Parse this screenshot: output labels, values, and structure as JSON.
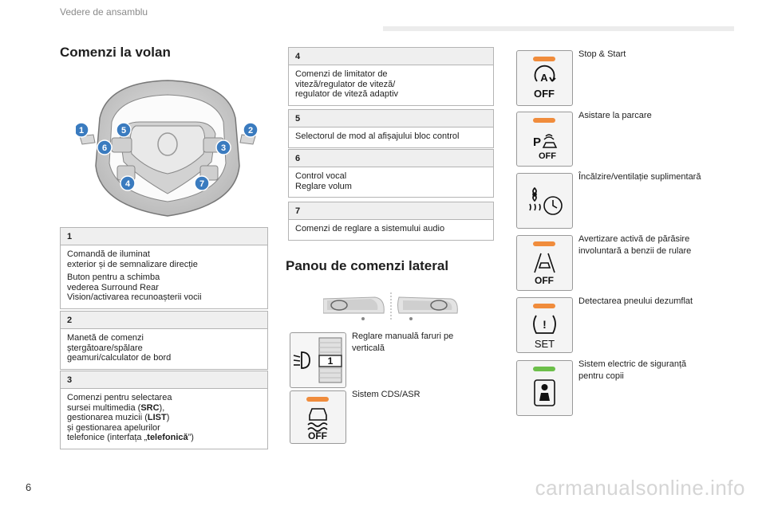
{
  "header": {
    "section_title": "Vedere de ansamblu"
  },
  "page_number": "6",
  "watermark": "carmanualsonline.info",
  "left_section": {
    "title": "Comenzi la volan",
    "callouts": [
      "1",
      "2",
      "3",
      "4",
      "5",
      "6",
      "7"
    ],
    "boxes": [
      {
        "num": "1",
        "lines": [
          "Comandă de iluminat",
          "exterior și de semnalizare direcție"
        ],
        "lines2": [
          "Buton pentru a schimba",
          "vederea Surround Rear",
          "Vision/activarea recunoașterii vocii"
        ]
      },
      {
        "num": "2",
        "lines": [
          "Manetă de comenzi",
          "ștergătoare/spălare",
          "geamuri/calculator de bord"
        ]
      },
      {
        "num": "3",
        "line1": "Comenzi pentru selectarea",
        "line2_a": "sursei multimedia (",
        "line2_b": "SRC",
        "line2_c": "),",
        "line3_a": "gestionarea muzicii (",
        "line3_b": "LIST",
        "line3_c": ")",
        "line4": "și gestionarea apelurilor",
        "line5_a": "telefonice (interfața „",
        "line5_b": "telefonică",
        "line5_c": "”)"
      }
    ]
  },
  "middle_section": {
    "boxes": [
      {
        "num": "4",
        "lines": [
          "Comenzi de limitator de",
          "viteză/regulator de viteză/",
          "regulator de viteză adaptiv"
        ]
      },
      {
        "num": "5",
        "lines": [
          "Selectorul de mod al afișajului bloc control"
        ]
      },
      {
        "num": "6",
        "lines": [
          "Control vocal",
          "Reglare volum"
        ]
      },
      {
        "num": "7",
        "lines": [
          "Comenzi de reglare a sistemului audio"
        ]
      }
    ],
    "panel_title": "Panou de comenzi lateral",
    "panel_items": [
      {
        "lines": [
          "Reglare manuală faruri pe",
          "verticală"
        ],
        "icon": "headlamp-adjust-icon"
      },
      {
        "lines": [
          "Sistem CDS/ASR"
        ],
        "icon": "esp-off-icon"
      }
    ]
  },
  "right_section": {
    "items": [
      {
        "lines": [
          "Stop & Start"
        ],
        "icon": "stop-start-off-icon",
        "led": "#f08c3c"
      },
      {
        "lines": [
          "Asistare la parcare"
        ],
        "icon": "park-assist-off-icon",
        "led": "#f08c3c"
      },
      {
        "lines": [
          "Încălzire/ventilație suplimentară"
        ],
        "icon": "heater-timer-icon",
        "led": null
      },
      {
        "lines": [
          "Avertizare activă de părăsire",
          "involuntară a benzii de rulare"
        ],
        "icon": "lane-departure-off-icon",
        "led": "#f08c3c"
      },
      {
        "lines": [
          "Detectarea pneului dezumflat"
        ],
        "icon": "tyre-pressure-set-icon",
        "led": "#f08c3c"
      },
      {
        "lines": [
          "Sistem electric de siguranță",
          "pentru copii"
        ],
        "icon": "child-lock-icon",
        "led": "#6cbf4a"
      }
    ],
    "off_text": "OFF",
    "set_text": "SET"
  },
  "colors": {
    "callout": "#3a7bbf",
    "led_orange": "#f08c3c",
    "led_green": "#6cbf4a",
    "box_header": "#efefef"
  }
}
